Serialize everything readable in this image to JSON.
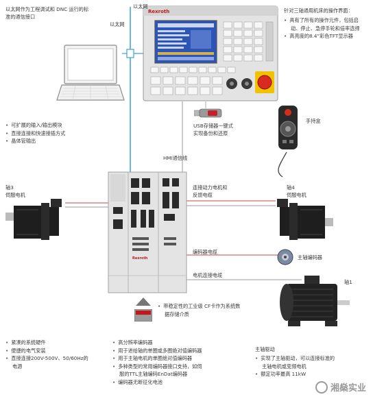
{
  "labels": {
    "ethernet_note": [
      "以太网作为工程调试和 DNC 运行的标",
      "准的通信接口"
    ],
    "ethernet_left": "以太网",
    "ethernet_right": "以太网",
    "hmi_bus": "HMI通信线",
    "usb_note": [
      "USB存储器一键式",
      "实现备份和还原"
    ],
    "handwheel": "手持盒",
    "power_cable": [
      "连接动力电机和",
      "反馈电缆"
    ],
    "encoder_cable": "编码器电缆",
    "motor_cable": "电机连接电缆",
    "spindle_encoder": "主轴编码器",
    "axis3": [
      "轴3",
      "伺服电机"
    ],
    "axis4": [
      "轴4",
      "伺服电机"
    ],
    "axis1": "轴1",
    "cf_note": [
      "带稳定性的工业级 CF卡作为系统数",
      "据存储介质"
    ],
    "panel_brand": "Rexroth",
    "drive_brand": "Rexroth"
  },
  "lists": {
    "panel_features_title": "针对三轴通用机床的操作界面：",
    "panel_features": [
      [
        "具有了所有的操作元件，包括启",
        "动、停止、急停手轮和倍率选择"
      ],
      [
        "高亮度的8.4”彩色TFT显示器"
      ]
    ],
    "io_features": [
      "可扩展的输入/输出模块",
      "直接连接和快速接插方式",
      "晶体管输出"
    ],
    "drive_features": [
      [
        "紧凑的系统硬件"
      ],
      [
        "便捷的电气安装"
      ],
      [
        "直接连接200V-500V、50/60Hz的",
        "电源"
      ]
    ],
    "encoder_features": [
      [
        "高分辨率编码器"
      ],
      [
        "用于进给轴的单圈或多圈绝对值编码器"
      ],
      [
        "用于主轴电机的单圈绝对值编码器"
      ],
      [
        "多种类型的常用编码器接口支持，如伺",
        "服的TTL主轴编码EnDat编码器"
      ],
      [
        "编码器无断征化电池"
      ]
    ],
    "spindle_title": "主轴驱动",
    "spindle_features": [
      [
        "实现了主轴驱动，可以连接标准的",
        "主轴电机或变频电机"
      ],
      [
        "额定功率最高 11kW"
      ]
    ]
  },
  "watermark": "湘燊实业",
  "colors": {
    "bus_blue": "#3b9fd8",
    "cable_red": "#c44",
    "line_gray": "#999999",
    "motor_dark": "#1e1e1e",
    "panel_body": "#e3e3e3",
    "screen_blue": "#2d55b5",
    "estop_red": "#d82a1f",
    "estop_yellow": "#f2c200"
  }
}
